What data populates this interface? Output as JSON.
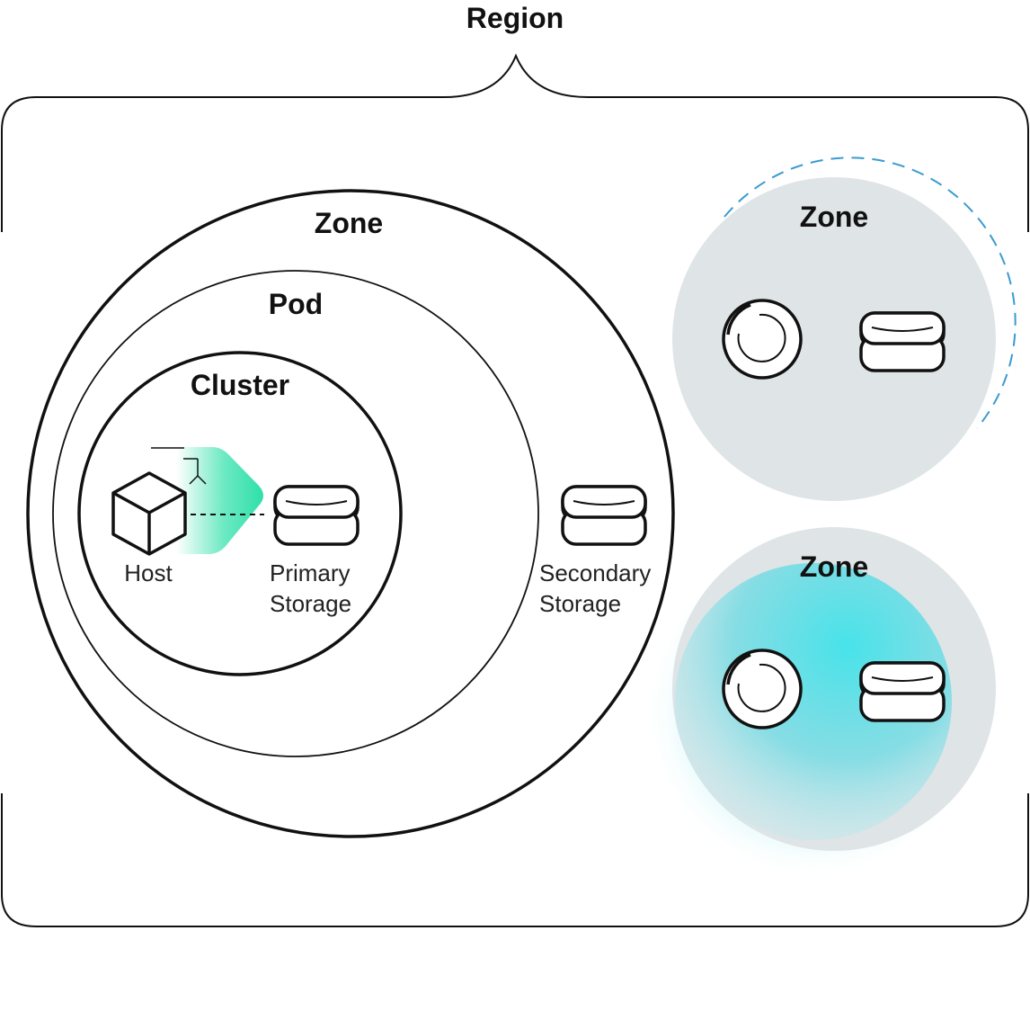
{
  "region": {
    "label": "Region"
  },
  "main_zone": {
    "label": "Zone",
    "pod": {
      "label": "Pod",
      "cluster": {
        "label": "Cluster",
        "host": {
          "label": "Host",
          "icon": "cube-icon"
        },
        "primary_storage": {
          "label_line1": "Primary",
          "label_line2": "Storage",
          "icon": "database-icon"
        }
      },
      "secondary_storage": {
        "label_line1": "Secondary",
        "label_line2": "Storage",
        "icon": "database-icon"
      }
    }
  },
  "side_zones": [
    {
      "label": "Zone",
      "icons": [
        "disc-icon",
        "database-icon"
      ]
    },
    {
      "label": "Zone",
      "icons": [
        "disc-icon",
        "database-icon"
      ]
    }
  ],
  "colors": {
    "stroke": "#111111",
    "zone_fill": "#dfe4e6",
    "accent_green": "#2ee0a8",
    "accent_cyan": "#3fdbe6",
    "dashed_blue": "#3a9bd1"
  }
}
